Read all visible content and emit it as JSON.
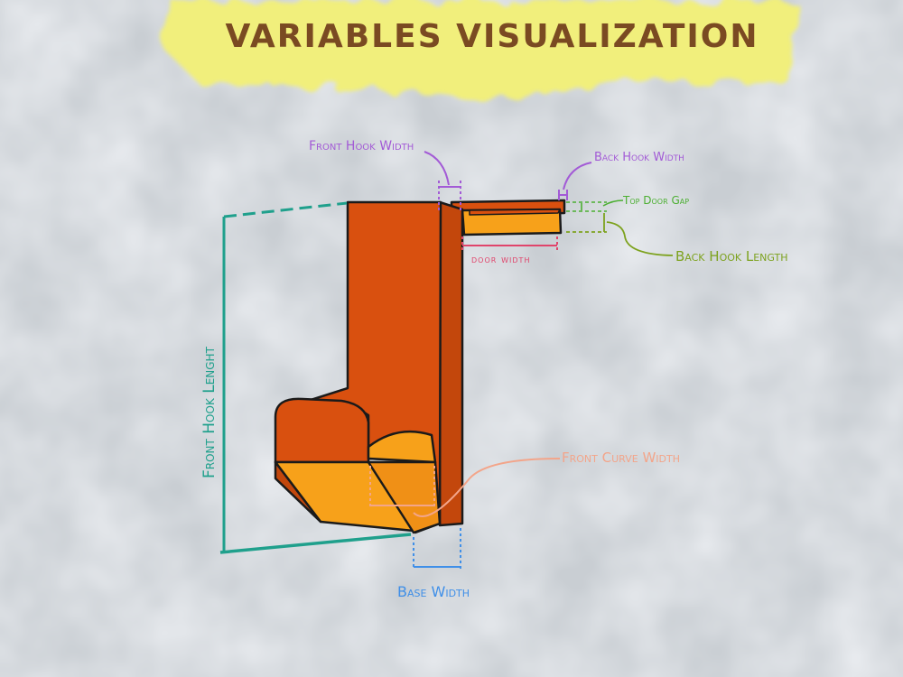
{
  "title": "VARIABLES VISUALIZATION",
  "labels": {
    "front_hook_width": "Front Hook Width",
    "back_hook_width": "Back Hook Width",
    "top_door_gap": "Top Door Gap",
    "back_hook_length": "Back Hook Length",
    "door_width": "door width",
    "front_hook_lenght": "Front Hook Lenght",
    "front_curve_width": "Front Curve Width",
    "base_width": "Base Width"
  },
  "colors": {
    "background": "#c9ced3",
    "title_highlight": "#f1ef7c",
    "title_text": "#7a4a22",
    "hook_dark": "#d9500f",
    "hook_light": "#f7a11a",
    "front_hook_width": "#a35bd6",
    "back_hook_width": "#a35bd6",
    "top_door_gap": "#4caf32",
    "back_hook_length": "#7da21e",
    "door_width": "#e0446b",
    "front_hook_lenght": "#1fa08c",
    "front_curve_width": "#f3a58a",
    "base_width": "#3f8fe8"
  }
}
